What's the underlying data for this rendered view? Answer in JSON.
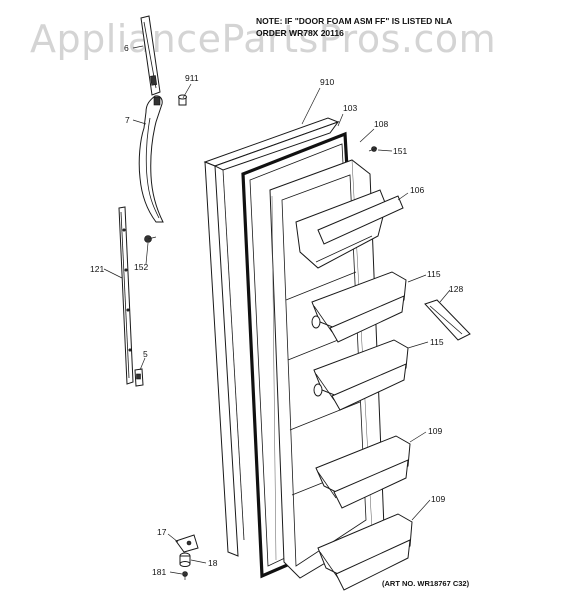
{
  "watermark": "AppliancePartsPros.com",
  "note": {
    "line1": "NOTE: IF \"DOOR FOAM ASM FF\" IS LISTED NLA",
    "line2": "ORDER WR78X 20116"
  },
  "art_number": "(ART NO. WR18767 C32)",
  "callouts": {
    "c6": "6",
    "c7": "7",
    "c911": "911",
    "c910": "910",
    "c103": "103",
    "c108": "108",
    "c151": "151",
    "c106": "106",
    "c121": "121",
    "c152": "152",
    "c115a": "115",
    "c128": "128",
    "c5": "5",
    "c115b": "115",
    "c109a": "109",
    "c109b": "109",
    "c17": "17",
    "c18": "18",
    "c181": "181"
  }
}
